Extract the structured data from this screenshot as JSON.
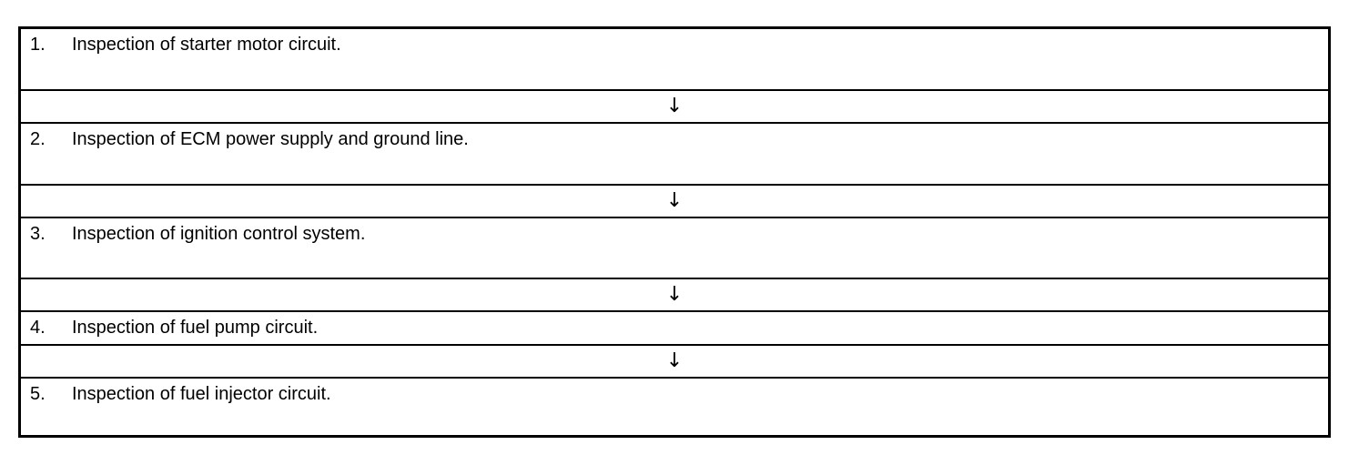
{
  "steps": [
    {
      "number": "1.",
      "text": "Inspection of starter motor circuit."
    },
    {
      "number": "2.",
      "text": "Inspection of ECM power supply and ground line."
    },
    {
      "number": "3.",
      "text": "Inspection of ignition control system."
    },
    {
      "number": "4.",
      "text": "Inspection of fuel pump circuit."
    },
    {
      "number": "5.",
      "text": "Inspection of fuel injector circuit."
    }
  ],
  "arrow_glyph": "↓"
}
